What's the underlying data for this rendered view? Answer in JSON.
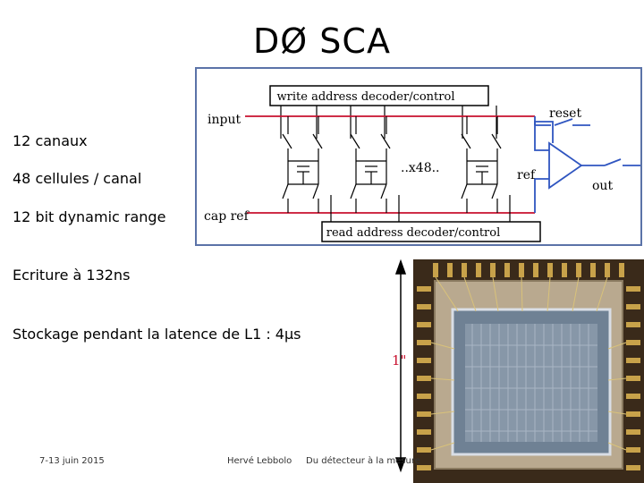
{
  "title": "DØ SCA",
  "bullets": {
    "channels": "12 canaux",
    "cells": "48 cellules / canal",
    "range": "12 bit dynamic range",
    "write_speed": "Ecriture à 132ns",
    "storage": "Stockage pendant la latence de L1 : 4µs"
  },
  "diagram": {
    "write_decoder": "write address decoder/control",
    "read_decoder": "read address decoder/control",
    "input": "input",
    "reset": "reset",
    "cap_ref": "cap ref",
    "multiplier": "..x48..",
    "ref": "ref",
    "out": "out"
  },
  "dimension_label": "1\"",
  "footer": {
    "date": "7-13 juin 2015",
    "author": "Hervé Lebbolo",
    "event": "Du détecteur à la mesure"
  },
  "colors": {
    "frame": "#5b73a8",
    "input_line": "#c8102e",
    "output_line": "#2f55c0",
    "dimension": "#c8102e"
  }
}
